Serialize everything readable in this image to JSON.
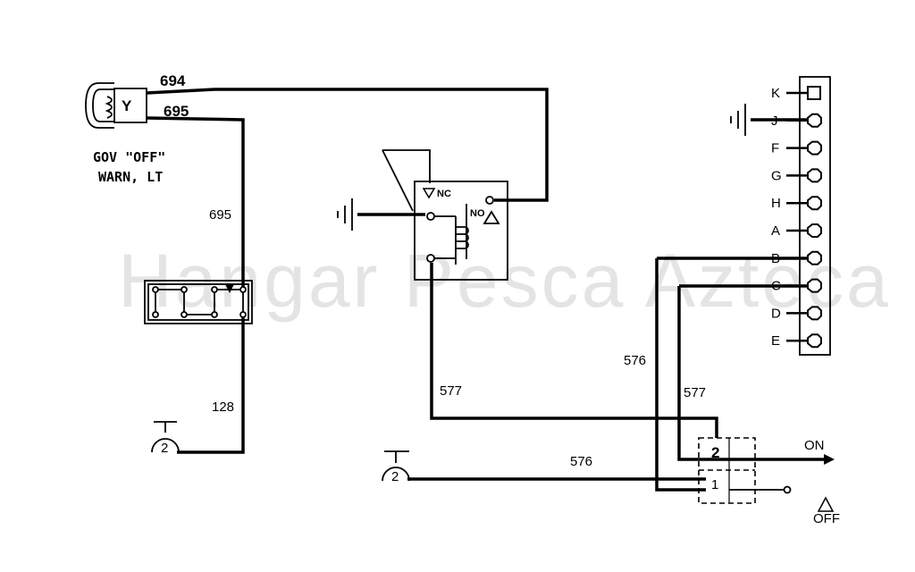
{
  "watermark": "Hangar Pesca Azteca",
  "lamp": {
    "letter": "Y",
    "caption_line1": "GOV \"OFF\"",
    "caption_line2": "WARN, LT"
  },
  "wires": {
    "w694": "694",
    "w695_top": "695",
    "w695_side": "695",
    "w128": "128",
    "w577_relay": "577",
    "w576_left": "576",
    "w577_right": "577",
    "w576_bottom": "576"
  },
  "relay": {
    "nc": "NC",
    "no": "NO"
  },
  "grounds": {
    "left_bottom": "2",
    "center_bottom": "2"
  },
  "connector_pins": [
    "K",
    "J",
    "F",
    "G",
    "H",
    "A",
    "B",
    "C",
    "D",
    "E"
  ],
  "switch": {
    "pos2": "2",
    "pos1": "1",
    "on_label": "ON",
    "off_label": "OFF"
  }
}
